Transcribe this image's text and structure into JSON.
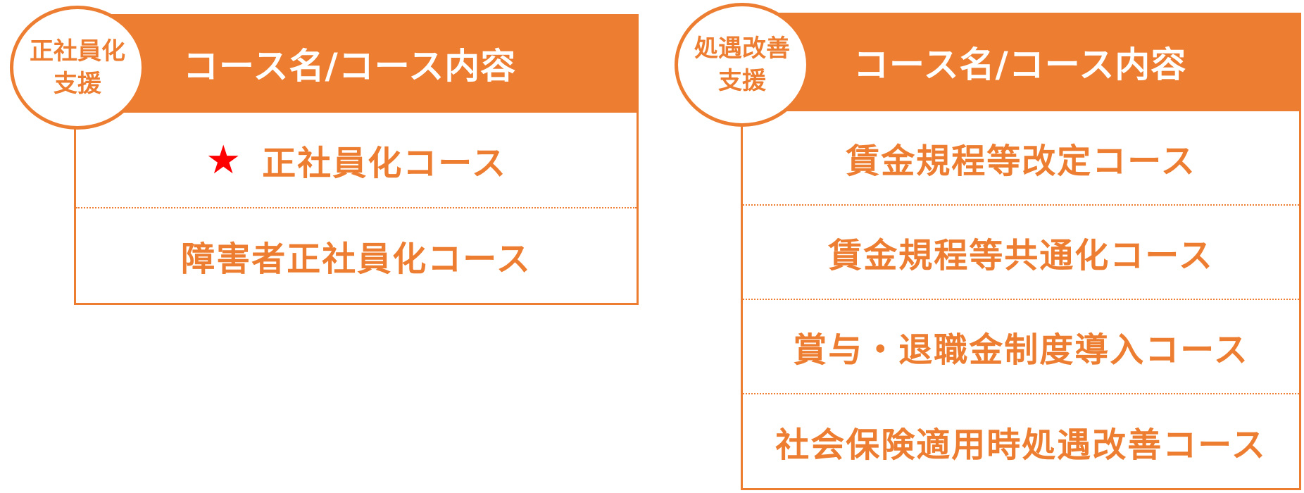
{
  "colors": {
    "accent": "#ED7D31",
    "star": "#FF0000",
    "header_text": "#FFFFFF"
  },
  "left_panel": {
    "badge_line1": "正社員化",
    "badge_line2": "支援",
    "header": "コース名/コース内容",
    "rows": [
      {
        "label": "正社員化コース",
        "icon": "star-icon"
      },
      {
        "label": "障害者正社員化コース"
      }
    ]
  },
  "right_panel": {
    "badge_line1": "処遇改善",
    "badge_line2": "支援",
    "header": "コース名/コース内容",
    "rows": [
      {
        "label": "賃金規程等改定コース"
      },
      {
        "label": "賃金規程等共通化コース"
      },
      {
        "label": "賞与・退職金制度導入コース"
      },
      {
        "label": "社会保険適用時処遇改善コース"
      }
    ]
  }
}
